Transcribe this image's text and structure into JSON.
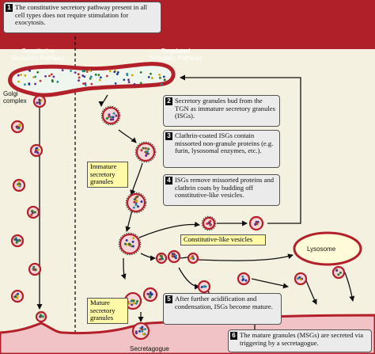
{
  "header": {
    "constitutive_pathway": "Constitutive\nSecretory Pathway",
    "regulated_pathway": "Regulated\nSecretory Pathway"
  },
  "labels": {
    "golgi_complex": "Golgi\ncomplex",
    "immature_granules": "Immature\nsecretory\ngranules",
    "constitutive_like_vesicles": "Constitutive-like vesicles",
    "lysosome": "Lysosome",
    "mature_granules": "Mature\nsecretory\ngranules",
    "secretagogue": "Secretagogue"
  },
  "steps": [
    {
      "number": "1",
      "text": "The constitutive secretory pathway present in all cell types does not require stimulation for exocytosis."
    },
    {
      "number": "2",
      "text": "Secretory granules bud from the TGN as immature secretory granules (ISGs)."
    },
    {
      "number": "3",
      "text": "Clathrin-coated ISGs contain missorted non-granule proteins (e.g. furin, lysosomal enzymes, etc.)."
    },
    {
      "number": "4",
      "text": "ISGs remove missorted proteins and clathrin coats by budding off constitutive-like vesicles."
    },
    {
      "number": "5",
      "text": "After further acidification and condensation, ISGs become mature."
    },
    {
      "number": "6",
      "text": "The mature granules (MSGs) are secreted via triggering by a secretagogue."
    }
  ],
  "colors": {
    "background": "#f4f1e1",
    "membrane": "#b3202a",
    "golgi_interior": "#eef6ee",
    "vesicle_fill": "#f6d6d8",
    "lysosome": "#fffbd8",
    "callout_bg": "#ebebeb",
    "highlight_label": "#fff9a8"
  }
}
